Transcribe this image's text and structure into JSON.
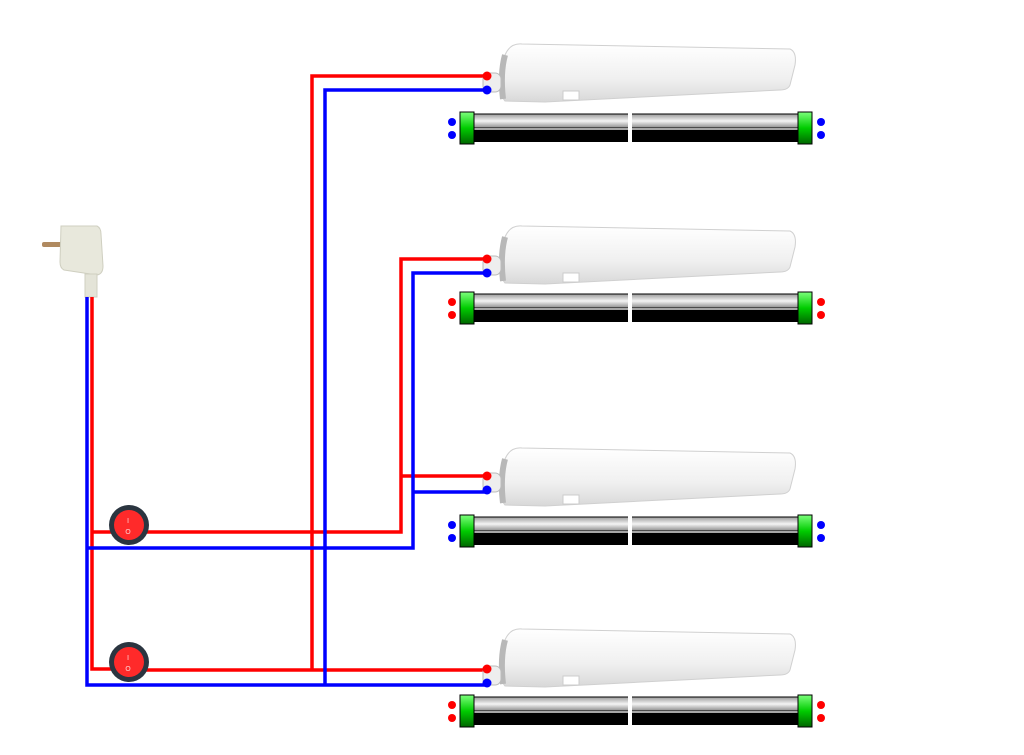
{
  "colors": {
    "phase": "#ff0000",
    "neutral": "#0000ff",
    "switch_body": "#ff2a2a",
    "switch_ring": "#2b3540",
    "tube_cap": "#00cc00",
    "fixture": "#f2f2f2"
  },
  "switches": [
    {
      "on_mark": "I",
      "off_mark": "O"
    },
    {
      "on_mark": "I",
      "off_mark": "O"
    }
  ],
  "fixtures": [
    {
      "tube_pin_color": "neutral"
    },
    {
      "tube_pin_color": "phase"
    },
    {
      "tube_pin_color": "neutral"
    },
    {
      "tube_pin_color": "phase"
    }
  ],
  "icons": [
    "plug-icon",
    "rocker-switch-icon",
    "fluorescent-fixture-icon",
    "fluorescent-tube-icon"
  ]
}
